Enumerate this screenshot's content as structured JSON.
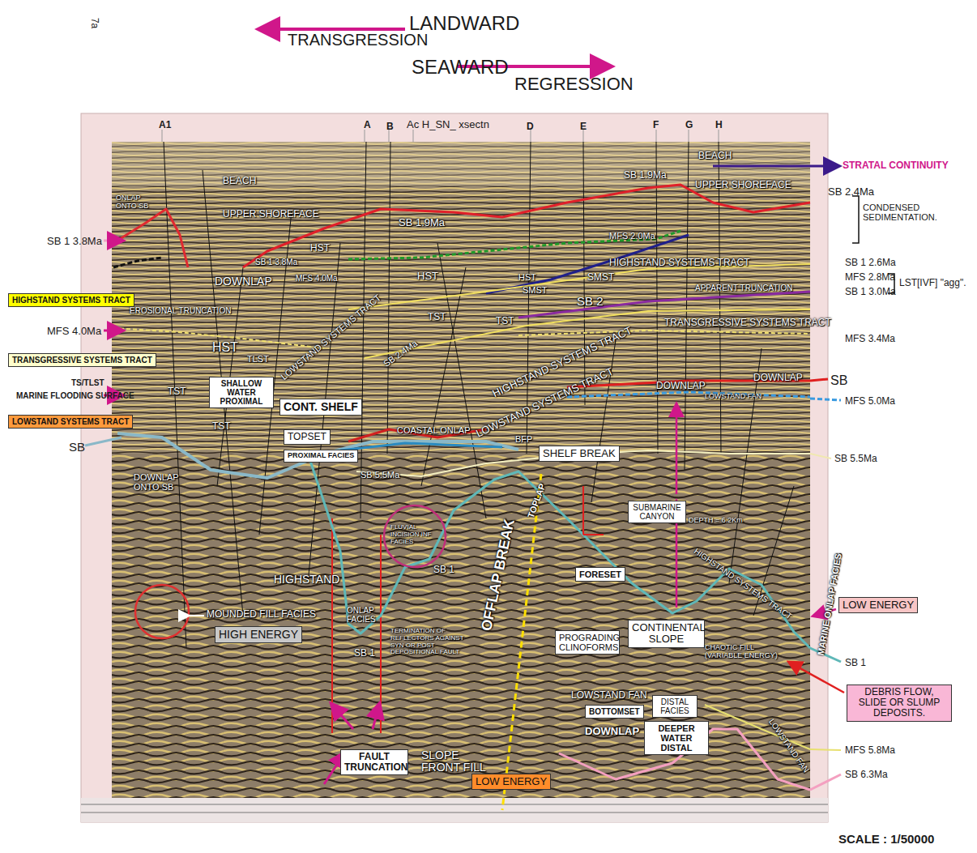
{
  "diagram": {
    "nodes": [
      {
        "text": [
          "HIGHSTAND SYSTEMS TRACT"
        ]
      },
      {
        "text": [
          "TRANSGRESSIVE SYSTEMS TRACT"
        ]
      },
      {
        "text": [
          "LOWSTAND SYSTEMS TRACT"
        ]
      },
      {
        "text": [
          "SHALLOW WATER PROXIMAL"
        ]
      },
      {
        "text": [
          "CONT. SHELF"
        ]
      },
      {
        "text": [
          "TOPSET"
        ]
      },
      {
        "text": [
          "PROXIMAL FACIES"
        ]
      },
      {
        "text": [
          "HIGH ENERGY"
        ]
      },
      {
        "text": [
          "FAULT TRUNCATION"
        ]
      },
      {
        "text": [
          "LOW ENERGY"
        ]
      },
      {
        "text": [
          "SHELF BREAK"
        ]
      },
      {
        "text": [
          "SUBMARINE CANYON"
        ]
      },
      {
        "text": [
          "FORESET"
        ]
      },
      {
        "text": [
          "PROGRADING CLINOFORMS"
        ]
      },
      {
        "text": [
          "CONTINENTAL SLOPE"
        ]
      },
      {
        "text": [
          "BOTTOMSET"
        ]
      },
      {
        "text": [
          "DISTAL FACIES"
        ]
      },
      {
        "text": [
          "DEEPER WATER DISTAL"
        ]
      },
      {
        "text": [
          "LOW ENERGY"
        ]
      },
      {
        "text": [
          "DEBRIS FLOW, SLIDE OR SLUMP DEPOSITS."
        ]
      }
    ],
    "labels": [
      "7a",
      "TRANSGRESSION",
      "LANDWARD",
      "SEAWARD",
      "REGRESSION",
      "A1",
      "A",
      "B",
      "Ac H_SN_ xsectn",
      "D",
      "E",
      "F",
      "G",
      "H",
      "STRATAL CONTINUITY",
      "SB 1 3.8Ma",
      "MFS 4.0Ma",
      "TS/TLST",
      "MARINE FLOODING SURFACE",
      "SB",
      "SB 2.4Ma",
      "CONDENSED SEDIMENTATION.",
      "SB 1 2.6Ma",
      "MFS 2.8Ma",
      "LST[IVF] \"agg\".",
      "SB 1 3.0Ma",
      "MFS 3.4Ma",
      "SB",
      "MFS 5.0Ma",
      "SB 5.5Ma",
      "SB 1",
      "MFS 5.8Ma",
      "SB 6.3Ma",
      "SCALE : 1/50000",
      "BEACH",
      "UPPER SHOREFACE",
      "SB 1.9Ma",
      "SB 1.9Ma",
      "BEACH",
      "UPPER SHOREFACE",
      "HST",
      "SMST",
      "SMST",
      "SB 2",
      "MFS 2.0Ma",
      "HIGHSTAND SYSTEMS TRACT",
      "HST",
      "TST",
      "TRANSGRESSIVE SYSTEMS TRACT",
      "APPARENT TRUNCATION",
      "ONLAP ONTO SB",
      "EROSIONAL TRUNCATION",
      "DOWNLAP",
      "SB 1 3.8Ma",
      "HST",
      "HST",
      "TLST",
      "MFS 4.0Ma",
      "LOWSTAND SYSTEMS TRACT",
      "SB 2.4Ma",
      "TST",
      "TST",
      "TST",
      "DOWNLAP ONTO SB",
      "SB 5.5Ma",
      "COASTAL ONLAP",
      "BFP",
      "HIGHSTAND SYSTEMS TRACT",
      "LOWSTAND SYSTEMS TRACT",
      "DOWNLAP",
      "LOWSTAND FAN",
      "DOWNLAP",
      "HIGHSTAND",
      "FLUVIAL INCISION INF FACIES",
      "SB 1",
      "SB 1",
      "ONLAP FACIES",
      "TERMINATION OF REFLECTORS AGAINST SYN OR POST DEPOSITIONAL FAULT",
      "MOUNDED FILL FACIES",
      "OFFLAP BREAK",
      "TOPLAP",
      "SLOPE FRONT FILL",
      "LOWSTAND FAN",
      "DOWNLAP",
      "DEPTH = 6.2Km",
      "HIGHSTAND SYSTEMS TRACT",
      "MARINE ONLAP FACIES",
      "CHAOTIC FILL (VARIABLE ENERGY)",
      "LOWSTAND FAN"
    ]
  }
}
